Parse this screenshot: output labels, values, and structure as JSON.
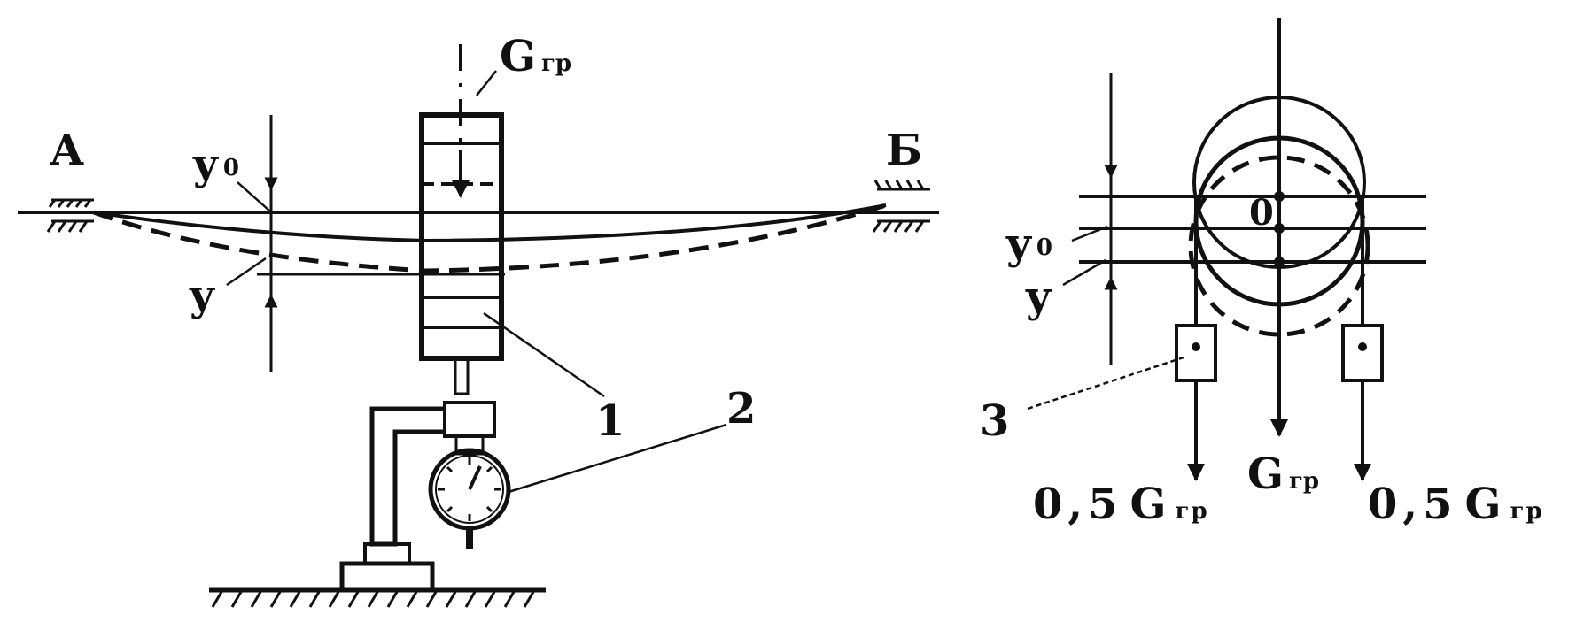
{
  "left_view": {
    "support_a": "А",
    "support_b": "Б",
    "load_symbol": "G",
    "load_sub": "гр",
    "y0_symbol": "y",
    "y0_sub": "0",
    "y_symbol": "y",
    "callout_1": "1",
    "callout_2": "2"
  },
  "right_view": {
    "center_label": "0",
    "y0_symbol": "y",
    "y0_sub": "0",
    "y_symbol": "y",
    "callout_3": "3",
    "load_symbol": "G",
    "load_sub": "гр",
    "half_load_left_coef": "0,5",
    "half_load_left_symbol": "G",
    "half_load_left_sub": "гр",
    "half_load_right_coef": "0,5",
    "half_load_right_symbol": "G",
    "half_load_right_sub": "гр"
  }
}
